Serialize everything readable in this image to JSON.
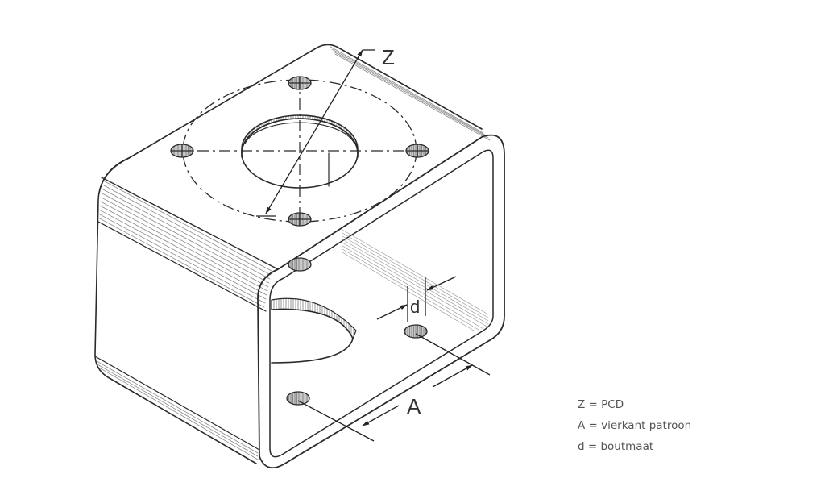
{
  "diagram": {
    "subject": "Isometric rectangular mounting bracket with bolt-hole pattern",
    "labels": {
      "z": "Z",
      "a": "A",
      "d": "d"
    },
    "colors": {
      "stroke": "#2a2a2a",
      "hatch": "#8a8a8a",
      "hole_fill": "#bdbdbd",
      "background": "#ffffff",
      "legend_text": "#555555"
    }
  },
  "legend": {
    "items": [
      {
        "key": "Z",
        "text": "Z = PCD"
      },
      {
        "key": "A",
        "text": "A = vierkant patroon"
      },
      {
        "key": "d",
        "text": "d = boutmaat"
      }
    ]
  }
}
